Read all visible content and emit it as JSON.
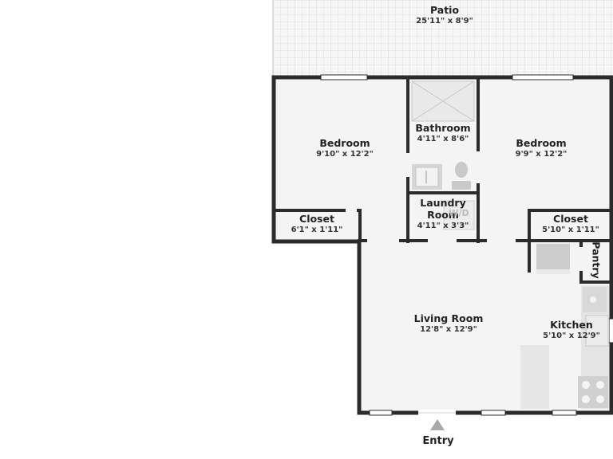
{
  "rooms": {
    "patio": {
      "name": "Patio",
      "dims": "25'11\" x 8'9\""
    },
    "bedroom_left": {
      "name": "Bedroom",
      "dims": "9'10\" x 12'2\""
    },
    "bathroom": {
      "name": "Bathroom",
      "dims": "4'11\" x 8'6\""
    },
    "bedroom_right": {
      "name": "Bedroom",
      "dims": "9'9\" x 12'2\""
    },
    "closet_left": {
      "name": "Closet",
      "dims": "6'1\" x 1'11\""
    },
    "laundry": {
      "name_line1": "Laundry",
      "name_line2": "Room",
      "dims": "4'11\" x 3'3\"",
      "appliance": "W/D"
    },
    "closet_right": {
      "name": "Closet",
      "dims": "5'10\" x 1'11\""
    },
    "pantry": {
      "name": "Pantry"
    },
    "living_room": {
      "name": "Living Room",
      "dims": "12'8\" x 12'9\""
    },
    "kitchen": {
      "name": "Kitchen",
      "dims": "5'10\" x 12'9\""
    }
  },
  "entry": {
    "label": "Entry"
  },
  "colors": {
    "wall": "#2b2b2b",
    "floor": "#f4f4f4",
    "patio_grid": "#d7d7d7",
    "fixture": "#cfcfcf",
    "window": "#ffffff"
  }
}
